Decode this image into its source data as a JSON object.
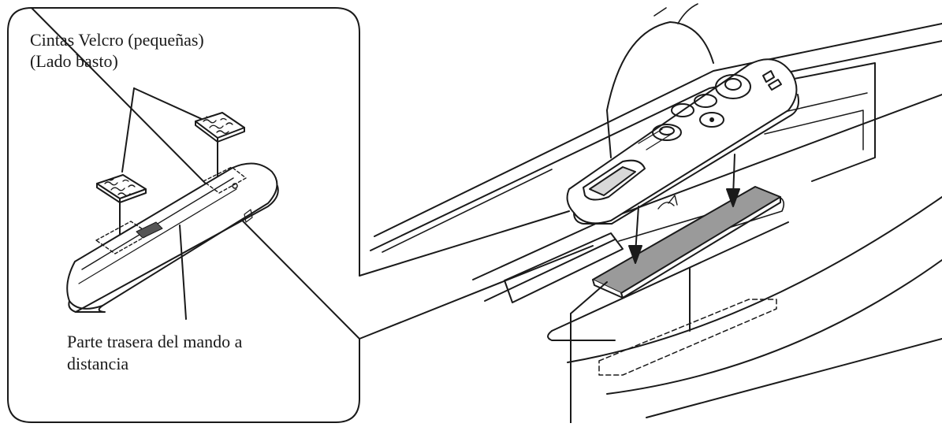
{
  "labels": {
    "velcro_line1": "Cintas Velcro (pequeñas)",
    "velcro_line2": "(Lado basto)",
    "back_line1": "Parte trasera del mando a",
    "back_line2": "distancia"
  },
  "colors": {
    "ink": "#1a1a1a",
    "pad_fill": "#9a9a9a",
    "texture_fill": "#d8d8d8",
    "background": "#ffffff"
  }
}
